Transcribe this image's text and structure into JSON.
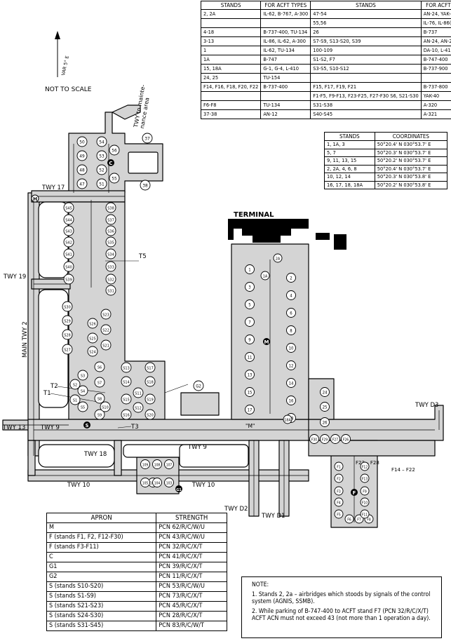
{
  "north_arrow": {
    "label": "VAR 5° E"
  },
  "scale_note": "NOT TO SCALE",
  "terminal_label": "TERMINAL",
  "maint_label": "TWY to mainte-\nnance area",
  "taxiways": {
    "twy_17": "TWY 17",
    "twy_19": "TWY 19",
    "main_twy_2": "MAIN TWY 2",
    "twy_13": "TWY 13",
    "twy_9_left": "TWY 9",
    "twy_18": "TWY 18",
    "twy_9_mid": "TWY 9",
    "twy_10_left": "TWY 10",
    "twy_10_mid": "TWY 10",
    "twy_d2": "TWY D2",
    "twy_d1": "TWY D1",
    "twy_d3": "TWY D3",
    "t1": "T1",
    "t2": "T2",
    "t3": "T3",
    "t5": "T5"
  },
  "apron_markers": {
    "C": "C",
    "S": "S",
    "M": "M",
    "F": "F",
    "G1": "G1",
    "H": "H",
    "M_quote": "\"M\""
  },
  "range_labels": {
    "f23_f28": "F23 – F28",
    "f14_f22": "F14 – F22"
  },
  "stands": {
    "c_apron": [
      "50",
      "54",
      "49",
      "53",
      "56",
      "48",
      "52",
      "55",
      "47",
      "51",
      "37",
      "38"
    ],
    "s_upper": [
      "S45",
      "S38",
      "S44",
      "S37",
      "S43",
      "S36",
      "S42",
      "S35",
      "S41",
      "S34",
      "S40",
      "S33",
      "S39",
      "S32",
      "S31"
    ],
    "s_mid": [
      "S30",
      "S23",
      "S29",
      "S26",
      "S22",
      "S28",
      "S25",
      "S27",
      "S24",
      "S21"
    ],
    "s_lower": [
      "S3",
      "S6",
      "S13",
      "S17",
      "S2",
      "S7",
      "S14",
      "S18",
      "S4",
      "S11",
      "S1",
      "S8",
      "S15",
      "S19",
      "S5",
      "S12",
      "S9",
      "S16",
      "S20",
      "S10"
    ],
    "g2": [
      "G2"
    ],
    "g1": [
      "109",
      "108",
      "107",
      "106",
      "105",
      "104",
      "103"
    ],
    "m_left": [
      "1",
      "2",
      "3",
      "4",
      "5",
      "6",
      "7",
      "8",
      "9",
      "10",
      "11",
      "12",
      "13",
      "14",
      "15",
      "16",
      "17",
      "18"
    ],
    "m_right": [
      "24",
      "25",
      "26"
    ],
    "m_special": [
      "1A",
      "2A",
      "18A"
    ],
    "f_row": [
      "F30",
      "F29",
      "F27",
      "F26"
    ],
    "f_apron": [
      "F1",
      "F12",
      "F2",
      "F13",
      "F3",
      "F4",
      "F5",
      "F6",
      "F7",
      "F8",
      "F9",
      "F10",
      "F11"
    ]
  },
  "stands_table": {
    "headers": [
      "STANDS",
      "FOR ACFT TYPES",
      "STANDS",
      "FOR ACFT TYPES"
    ],
    "rows": [
      [
        "2, 2A",
        "IL-62, B-767, A-300",
        "47-54",
        "AN-24, YAK-40"
      ],
      [
        "",
        "",
        "55,56",
        "IL-76, IL-86(AN-124)"
      ],
      [
        "4-18",
        "B-737-400, TU-134",
        "26",
        "B-737"
      ],
      [
        "3-13",
        "IL-86, IL-62, A-300",
        "S7-S9, S13-S20, S39",
        "AN-24, AN-26"
      ],
      [
        "1",
        "IL-62, TU-134",
        "100-109",
        "DA-10, L-410"
      ],
      [
        "1A",
        "B-747",
        "S1-S2, F7",
        "B-747-400"
      ],
      [
        "15, 18A",
        "G-1, G-4, L-410",
        "S3-S5, S10-S12",
        "B-737-900"
      ],
      [
        "24, 25",
        "TU-154",
        "",
        ""
      ],
      [
        "F14, F16, F18, F20, F22",
        "B-737-400",
        "F15, F17, F19, F21",
        "B-737-800"
      ],
      [
        "",
        "",
        "F1-F5, F9-F13, F23-F25, F27-F30 S6, S21-S30",
        "YAK-40"
      ],
      [
        "F6-F8",
        "TU-134",
        "S31-S38",
        "A-320"
      ],
      [
        "37-38",
        "AN-12",
        "S40-S45",
        "A-321"
      ]
    ]
  },
  "coordinates_table": {
    "headers": [
      "STANDS",
      "COORDINATES"
    ],
    "rows": [
      [
        "1, 1A, 3",
        "50°20.4' N  030°53.7' E"
      ],
      [
        "5, 7",
        "50°20.3' N  030°53.7' E"
      ],
      [
        "9, 11, 13, 15",
        "50°20.2' N  030°53.7' E"
      ],
      [
        "2, 2A, 4, 6, 8",
        "50°20.4' N  030°53.7' E"
      ],
      [
        "10, 12, 14",
        "50°20.3' N  030°53.8' E"
      ],
      [
        "16, 17, 18, 18A",
        "50°20.2' N  030°53.8' E"
      ]
    ]
  },
  "apron_table": {
    "headers": [
      "APRON",
      "STRENGTH"
    ],
    "rows": [
      [
        "M",
        "PCN 62/R/C/W/U"
      ],
      [
        "F (stands F1, F2, F12-F30)",
        "PCN 43/R/C/W/U"
      ],
      [
        "F (stands F3-F11)",
        "PCN 32/R/C/X/T"
      ],
      [
        "C",
        "PCN 41/R/C/X/T"
      ],
      [
        "G1",
        "PCN 39/R/C/X/T"
      ],
      [
        "G2",
        "PCN 11/R/C/X/T"
      ],
      [
        "S (stands S10-S20)",
        "PCN 53/R/C/W/U"
      ],
      [
        "S (stands S1-S9)",
        "PCN 73/R/C/X/T"
      ],
      [
        "S (stands S21-S23)",
        "PCN 45/R/C/X/T"
      ],
      [
        "S (stands S24-S30)",
        "PCN 28/R/C/X/T"
      ],
      [
        "S (stands S31-S45)",
        "PCN 83/R/C/W/T"
      ]
    ]
  },
  "note": {
    "title": "NOTE:",
    "items": [
      "1. Stands 2, 2a – airbridges which stoods by signals of the control system (AGNIS, SSMB).",
      "2. While parking of B-747-400 to ACFT stand F7 (PCN 32/R/C/X/T) ACFT ACN must not exceed 43 (not more than 1 operation a day)."
    ]
  },
  "colors": {
    "apron_fill": "#d4d4d4",
    "line": "#000000",
    "background": "#ffffff"
  }
}
